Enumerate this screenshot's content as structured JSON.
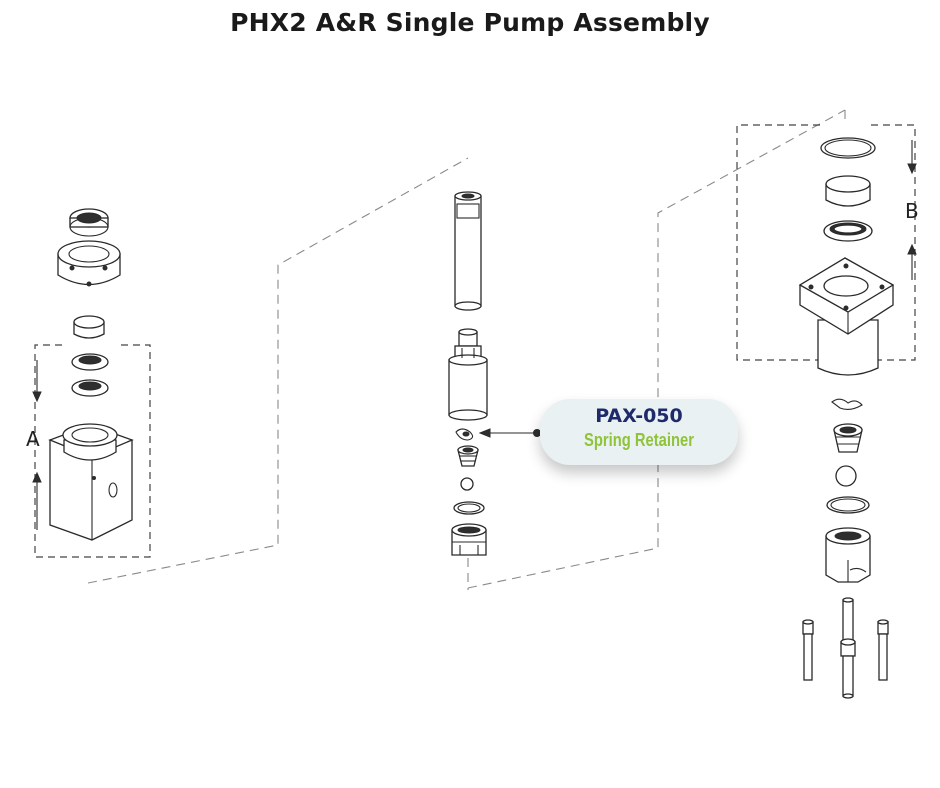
{
  "title": "PHX2 A&R Single Pump Assembly",
  "labels": {
    "section_a": "A",
    "section_b": "B"
  },
  "callout": {
    "part_number": "PAX-050",
    "part_name": "Spring Retainer",
    "part_number_color": "#1f2a6b",
    "part_name_color": "#8fc43a",
    "background_color": "#e9f1f2"
  }
}
